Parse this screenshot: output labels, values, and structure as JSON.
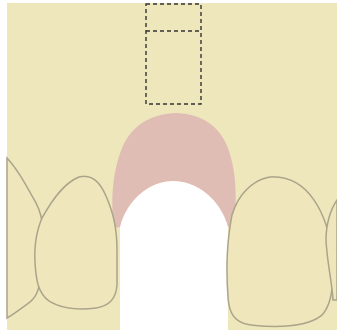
{
  "diagram": {
    "colors": {
      "gum": "#efe7bc",
      "tooth_fill": "#efe6bb",
      "tooth_outline": "#aaa48a",
      "pink_tissue": "#dfbdb5",
      "outline_dark": "#333333",
      "gap": "#ffffff"
    },
    "parts": [
      "gingiva",
      "pontic-site-tissue",
      "tooth-left-partial",
      "tooth-left",
      "tooth-right",
      "tooth-right-partial",
      "dashed-implant-outline"
    ]
  }
}
